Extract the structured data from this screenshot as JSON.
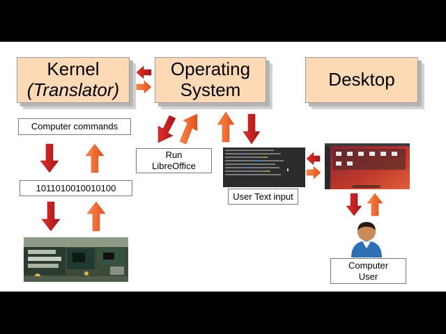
{
  "boxes": {
    "kernel": {
      "line1": "Kernel",
      "line2": "(Translator)"
    },
    "os": {
      "line1": "Operating",
      "line2": "System"
    },
    "desktop": {
      "line1": "Desktop"
    }
  },
  "labels": {
    "computer_commands": "Computer commands",
    "binary": "1011010010010100",
    "run_libreoffice": {
      "line1": "Run",
      "line2": "LibreOffice"
    },
    "user_text_input": "User Text input",
    "computer_user": {
      "line1": "Computer",
      "line2": "User"
    }
  },
  "colors": {
    "box_fill": "#fdd9b5",
    "arrow_red": "#d42020",
    "arrow_orange": "#f06a2a"
  },
  "icons": [
    "circuit-board-image",
    "terminal-screenshot",
    "desktop-screenshot",
    "user-avatar-icon"
  ]
}
